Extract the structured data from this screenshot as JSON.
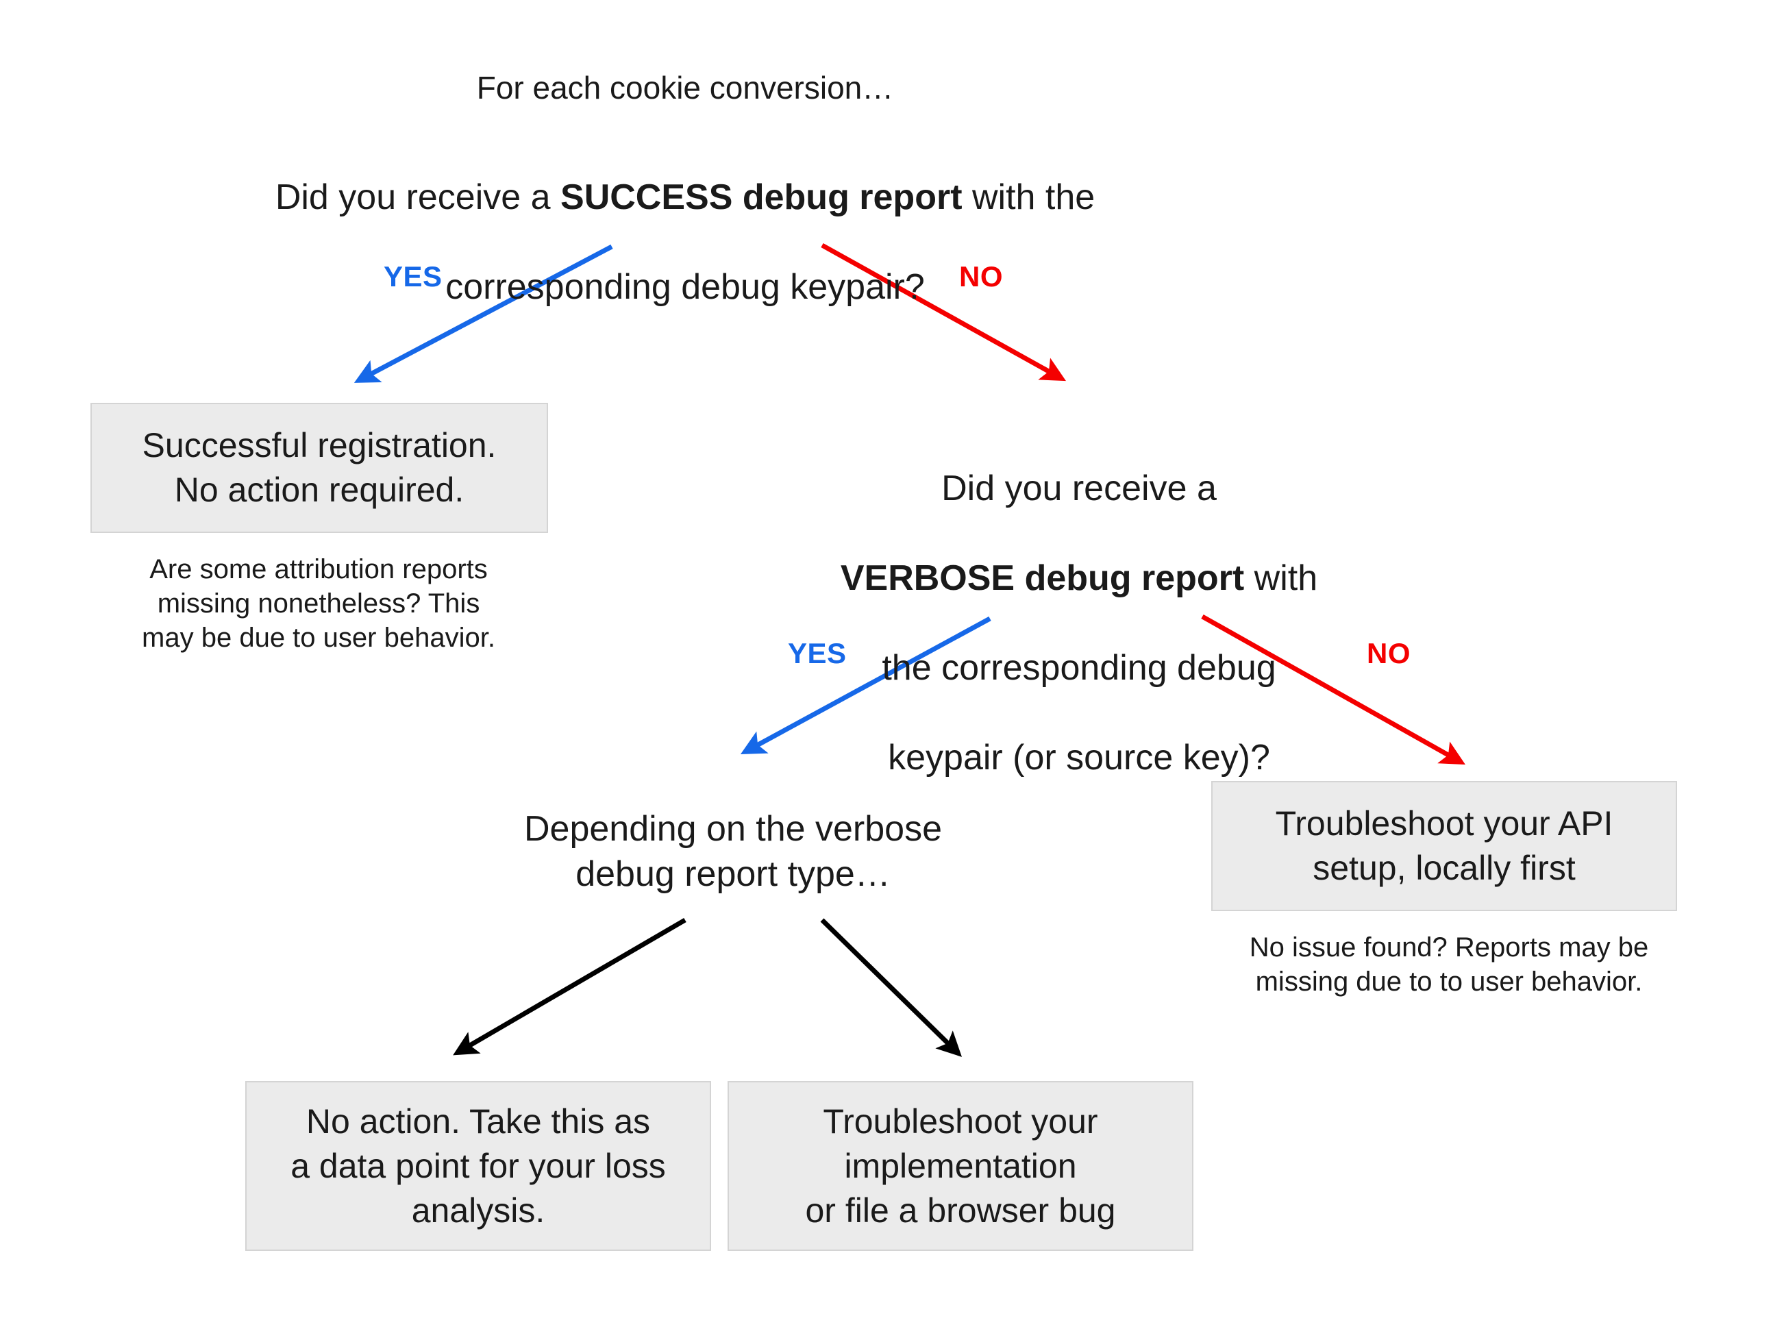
{
  "diagram": {
    "title": "For each cookie conversion…",
    "colors": {
      "yes_blue": "#1668E8",
      "no_red": "#F40000",
      "box_fill": "#EBEBEB",
      "box_border": "#D4D4D4",
      "neutral_arrow": "#000000",
      "background": "#FFFFFF"
    },
    "questions": {
      "q1": {
        "line1_prefix": "Did you receive a ",
        "line1_bold": "SUCCESS debug report",
        "line1_suffix": " with the",
        "line2": "corresponding debug keypair?"
      },
      "q2": {
        "line1": "Did you receive a",
        "line2_bold": "VERBOSE debug report",
        "line2_suffix": " with",
        "line3": "the corresponding debug",
        "line4": "keypair (or source key)?"
      }
    },
    "edge_labels": {
      "q1_yes": "YES",
      "q1_no": "NO",
      "q2_yes": "YES",
      "q2_no": "NO"
    },
    "boxes": {
      "successful_registration": "Successful registration.\nNo action required.",
      "troubleshoot_api": "Troubleshoot your API\nsetup, locally first",
      "no_action_loss_analysis": "No action. Take this as\na data point for your loss\nanalysis.",
      "troubleshoot_implementation": "Troubleshoot your\nimplementation\nor file a browser bug"
    },
    "captions": {
      "under_successful_registration": "Are some attribution reports\nmissing nonetheless? This\nmay be due to user behavior.",
      "under_troubleshoot_api": "No issue found? Reports may be\nmissing due to to user behavior."
    },
    "branch_note": "Depending on the verbose\ndebug report type…"
  }
}
